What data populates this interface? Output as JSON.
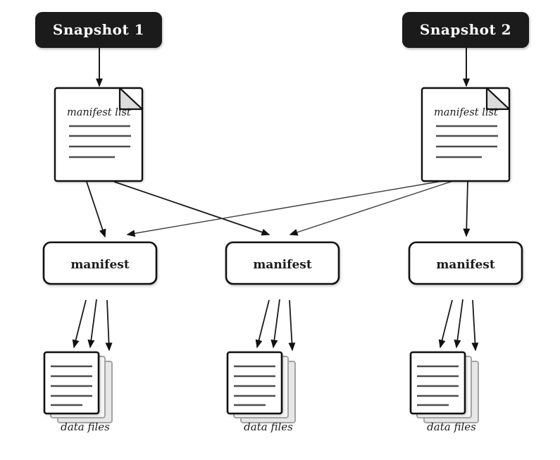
{
  "nodes": {
    "snapshot1": {
      "label": "Snapshot 1"
    },
    "snapshot2": {
      "label": "Snapshot 2"
    },
    "manifest_list1": {
      "label": "manifest list"
    },
    "manifest_list2": {
      "label": "manifest list"
    },
    "manifest1": {
      "label": "manifest"
    },
    "manifest2": {
      "label": "manifest"
    },
    "manifest3": {
      "label": "manifest"
    },
    "datafiles1": {
      "label": "data files"
    },
    "datafiles2": {
      "label": "data files"
    },
    "datafiles3": {
      "label": "data files"
    }
  },
  "edges": [
    {
      "from": "snapshot1",
      "to": "manifest_list1",
      "arrows": 1
    },
    {
      "from": "snapshot2",
      "to": "manifest_list2",
      "arrows": 1
    },
    {
      "from": "manifest_list1",
      "to": "manifest1",
      "arrows": 1
    },
    {
      "from": "manifest_list1",
      "to": "manifest2",
      "arrows": 1
    },
    {
      "from": "manifest_list2",
      "to": "manifest1",
      "arrows": 1
    },
    {
      "from": "manifest_list2",
      "to": "manifest2",
      "arrows": 1
    },
    {
      "from": "manifest_list2",
      "to": "manifest3",
      "arrows": 1
    },
    {
      "from": "manifest1",
      "to": "datafiles1",
      "arrows": 3
    },
    {
      "from": "manifest2",
      "to": "datafiles2",
      "arrows": 3
    },
    {
      "from": "manifest3",
      "to": "datafiles3",
      "arrows": 3
    }
  ],
  "colors": {
    "snapshot_fill": "#1b1b1b",
    "snapshot_text": "#ffffff",
    "outline": "#111111",
    "doc_fill": "#ffffff",
    "doc_line": "#4d4d4d",
    "fold_fill": "#dcdcdc",
    "back_sheet_stroke": "#a3a3a3",
    "back_sheet1_fill": "#f6f6f6",
    "back_sheet2_fill": "#e7e7e7",
    "arrow": "#1a1a1a",
    "arrow_light": "#3d3d3d",
    "background": "#ffffff",
    "label_text": "#1c1c1c"
  }
}
